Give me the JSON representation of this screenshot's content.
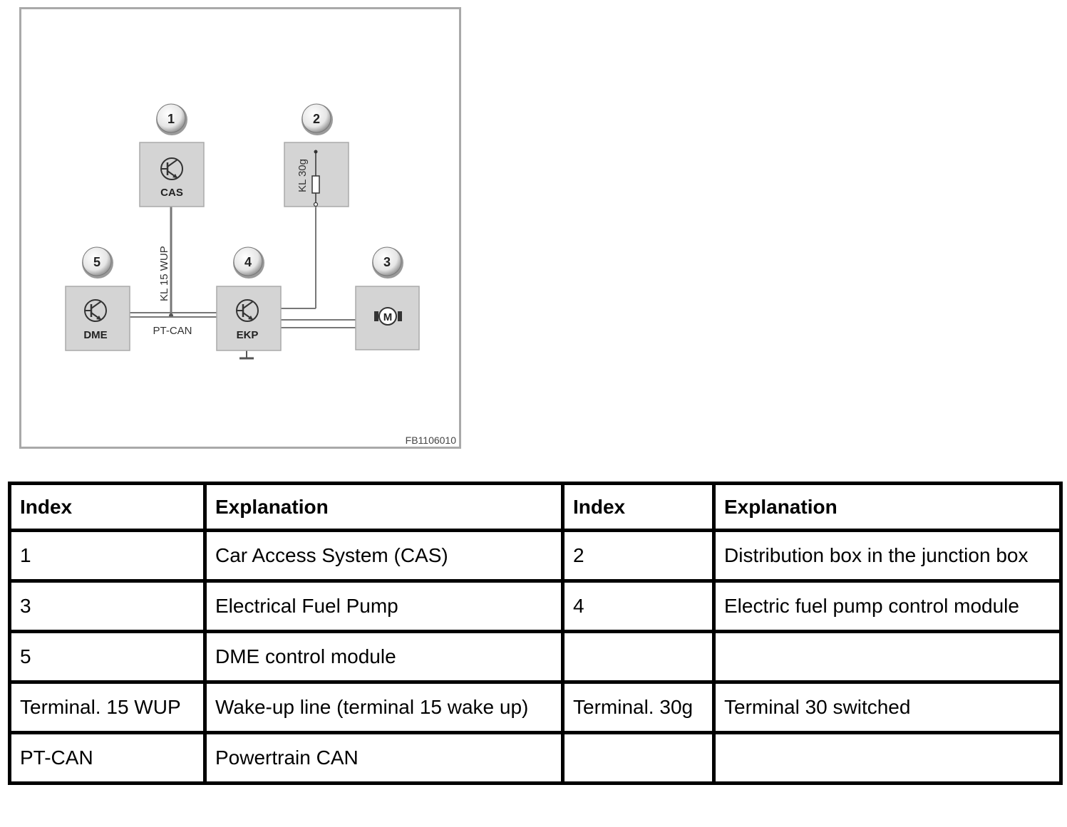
{
  "diagram": {
    "figure_id": "FB1106010",
    "badges": [
      "1",
      "2",
      "3",
      "4",
      "5"
    ],
    "boxes": {
      "cas": "CAS",
      "dme": "DME",
      "ekp": "EKP",
      "motor": "M"
    },
    "wire_labels": {
      "kl15": "KL 15 WUP",
      "kl30": "KL 30g",
      "ptcan": "PT-CAN"
    }
  },
  "legend": {
    "headers": [
      "Index",
      "Explanation",
      "Index",
      "Explanation"
    ],
    "rows": [
      [
        "1",
        "Car Access System (CAS)",
        "2",
        "Distribution box in the junction box"
      ],
      [
        "3",
        "Electrical Fuel Pump",
        "4",
        "Electric fuel pump control module"
      ],
      [
        "5",
        "DME control module",
        "",
        ""
      ],
      [
        "Terminal. 15 WUP",
        "Wake-up line (terminal 15 wake up)",
        "Terminal. 30g",
        "Terminal 30 switched"
      ],
      [
        "PT-CAN",
        "Powertrain CAN",
        "",
        ""
      ]
    ]
  }
}
